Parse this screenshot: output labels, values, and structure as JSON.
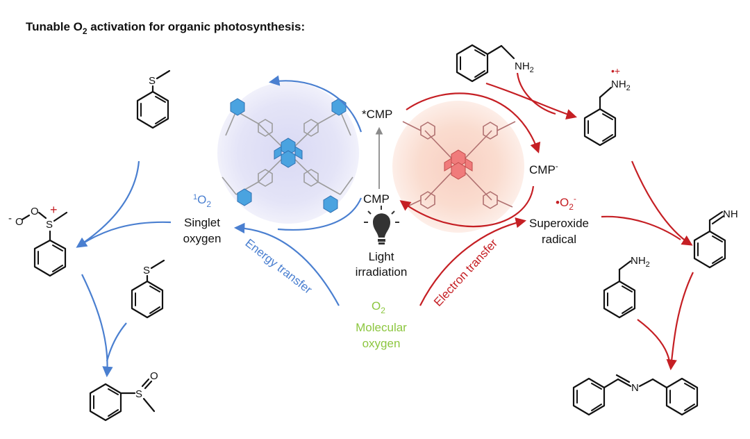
{
  "title": {
    "prefix": "Tunable O",
    "subscript": "2",
    "suffix": " activation for organic photosynthesis:"
  },
  "cycle": {
    "excited_label": "*CMP",
    "ground_label": "CMP",
    "reduced_label": "CMP",
    "reduced_sup": "-"
  },
  "light": {
    "line1": "Light",
    "line2": "irradiation"
  },
  "oxygen": {
    "symbol": "O",
    "subscript": "2",
    "line1": "Molecular",
    "line2": "oxygen"
  },
  "singlet": {
    "sup": "1",
    "symbol": "O",
    "subscript": "2",
    "line1": "Singlet",
    "line2": "oxygen"
  },
  "superoxide": {
    "dot": "•",
    "symbol": "O",
    "subscript": "2",
    "sup": "-",
    "line1": "Superoxide",
    "line2": "radical"
  },
  "energy_transfer_label": "Energy transfer",
  "electron_transfer_label": "Electron transfer",
  "atoms": {
    "sulfur": "S",
    "oxygen": "O",
    "nitrogen": "N",
    "nh2": "NH",
    "nh2_sub": "2",
    "nh": "NH",
    "minus": "-",
    "plus": "+",
    "radical_plus": "•+"
  },
  "colors": {
    "blue": "#4a7fd0",
    "red": "#c51f24",
    "green": "#8cc63f",
    "blue_fill": "#4aa3e0",
    "red_fill": "#f07b7b"
  }
}
